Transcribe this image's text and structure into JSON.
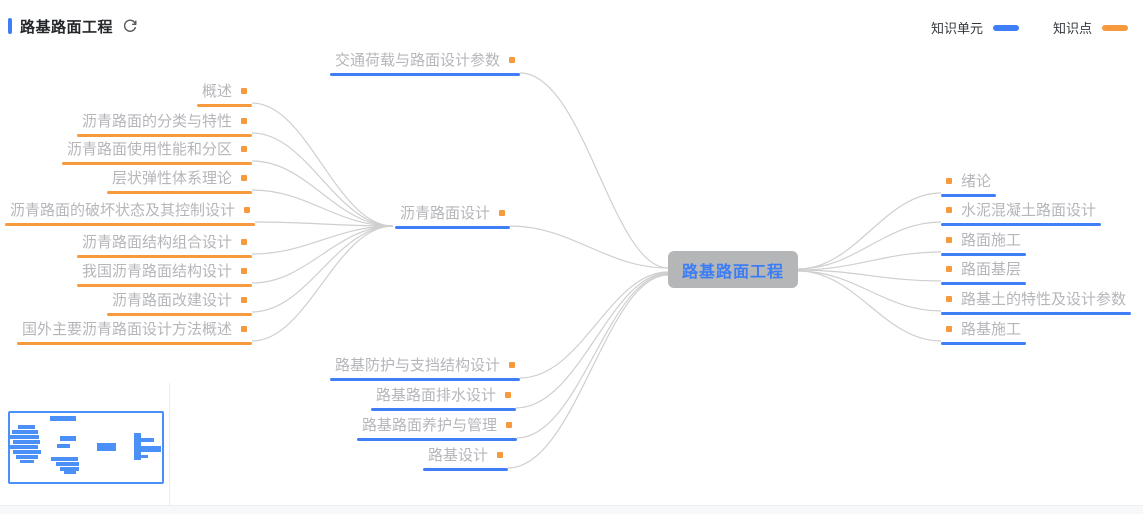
{
  "header": {
    "title": "路基路面工程"
  },
  "legend": {
    "unit_label": "知识单元",
    "point_label": "知识点",
    "unit_color": "#3e7ef7",
    "point_color": "#f7993d"
  },
  "mindmap": {
    "root": {
      "label": "路基路面工程"
    },
    "top_branch": {
      "label": "交通荷载与路面设计参数"
    },
    "left_parent": {
      "label": "沥青路面设计"
    },
    "left_children": [
      {
        "label": "概述"
      },
      {
        "label": "沥青路面的分类与特性"
      },
      {
        "label": "沥青路面使用性能和分区"
      },
      {
        "label": "层状弹性体系理论"
      },
      {
        "label": "沥青路面的破坏状态及其控制设计"
      },
      {
        "label": "沥青路面结构组合设计"
      },
      {
        "label": "我国沥青路面结构设计"
      },
      {
        "label": "沥青路面改建设计"
      },
      {
        "label": "国外主要沥青路面设计方法概述"
      }
    ],
    "bottom_branches": [
      {
        "label": "路基防护与支挡结构设计"
      },
      {
        "label": "路基路面排水设计"
      },
      {
        "label": "路基路面养护与管理"
      },
      {
        "label": "路基设计"
      }
    ],
    "right_branches": [
      {
        "label": "绪论"
      },
      {
        "label": "水泥混凝土路面设计"
      },
      {
        "label": "路面施工"
      },
      {
        "label": "路面基层"
      },
      {
        "label": "路基土的特性及设计参数"
      },
      {
        "label": "路基施工"
      }
    ]
  },
  "icons": {
    "refresh": "refresh-icon",
    "bullet": "square-bullet-icon"
  }
}
